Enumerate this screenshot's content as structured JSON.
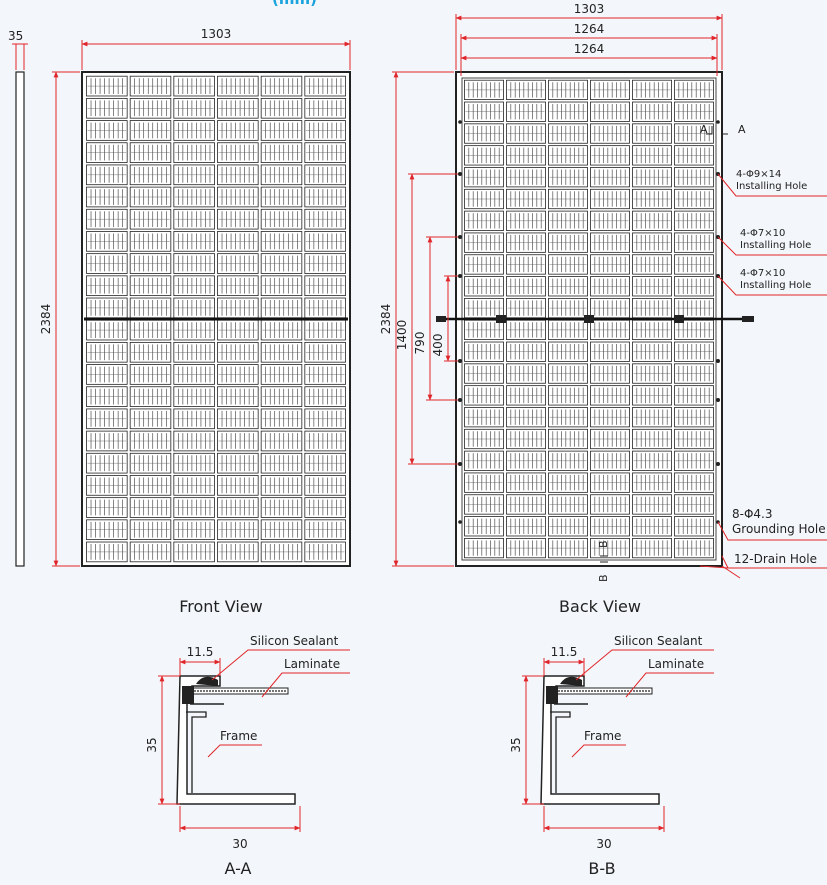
{
  "front": {
    "title": "Front View",
    "width_label": "1303",
    "height_label": "2384",
    "side_thickness_label": "35"
  },
  "back": {
    "title": "Back View",
    "width_labels": [
      "1303",
      "1264",
      "1264"
    ],
    "height_labels": [
      "2384",
      "1400",
      "790",
      "400"
    ],
    "section_a": "A",
    "section_b": "B",
    "callouts": [
      {
        "line1": "4-Φ9×14",
        "line2": "Installing Hole"
      },
      {
        "line1": "4-Φ7×10",
        "line2": "Installing Hole"
      },
      {
        "line1": "4-Φ7×10",
        "line2": "Installing Hole"
      },
      {
        "line1": "8-Φ4.3",
        "line2": "Grounding Hole"
      },
      {
        "line1": "12-Drain Hole",
        "line2": ""
      }
    ]
  },
  "sections": [
    {
      "title": "A-A",
      "sealant": "Silicon Sealant",
      "laminate": "Laminate",
      "frame": "Frame",
      "top_dim": "11.5",
      "height_dim": "35",
      "width_dim": "30"
    },
    {
      "title": "B-B",
      "sealant": "Silicon Sealant",
      "laminate": "Laminate",
      "frame": "Frame",
      "top_dim": "11.5",
      "height_dim": "35",
      "width_dim": "30"
    }
  ],
  "colors": {
    "dimension": "#e0262a",
    "background": "#f3f7fb",
    "ink": "#222222",
    "heading": "#1aa3dd"
  },
  "header": {
    "partial_text": "(mm)"
  }
}
